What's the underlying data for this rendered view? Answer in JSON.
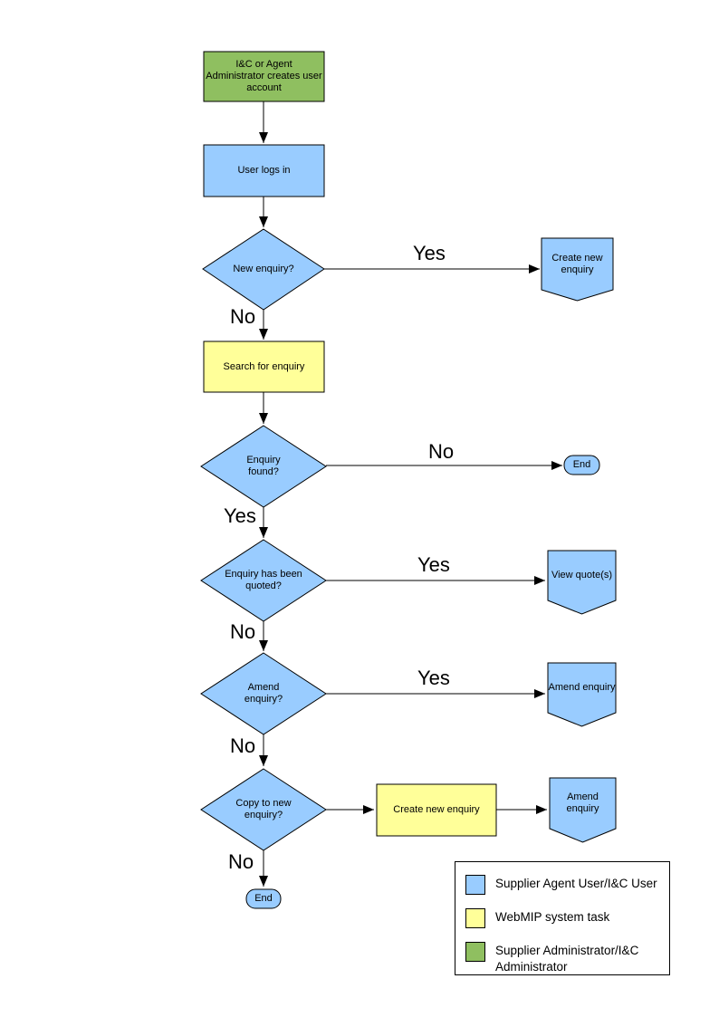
{
  "colors": {
    "blue": "#99CCFF",
    "yellow": "#FFFF99",
    "green": "#8FBF60",
    "outline": "#000000",
    "background": "#FFFFFF"
  },
  "nodes": {
    "admin_creates_account": "I&C or Agent Administrator creates user account",
    "user_logs_in": "User logs in",
    "new_enquiry_q": "New enquiry?",
    "create_new_enquiry_offpage": "Create new enquiry",
    "search_for_enquiry": "Search for enquiry",
    "enquiry_found_q": "Enquiry found?",
    "end_top": "End",
    "enquiry_quoted_q": "Enquiry has been quoted?",
    "view_quotes": "View quote(s)",
    "amend_enquiry_q": "Amend enquiry?",
    "amend_enquiry_offpage_1": "Amend enquiry",
    "copy_to_new_enquiry_q": "Copy to new enquiry?",
    "create_new_enquiry_task": "Create new enquiry",
    "amend_enquiry_offpage_2": "Amend enquiry",
    "end_bottom": "End"
  },
  "edge_labels": {
    "new_enquiry_yes": "Yes",
    "new_enquiry_no": "No",
    "enquiry_found_no": "No",
    "enquiry_found_yes": "Yes",
    "enquiry_quoted_yes": "Yes",
    "enquiry_quoted_no": "No",
    "amend_enquiry_yes": "Yes",
    "amend_enquiry_no": "No",
    "copy_to_new_no": "No"
  },
  "legend": {
    "items": [
      {
        "color": "#99CCFF",
        "label": "Supplier Agent User/I&C User"
      },
      {
        "color": "#FFFF99",
        "label": "WebMIP system task"
      },
      {
        "color": "#8FBF60",
        "label": "Supplier Administrator/I&C Administrator"
      }
    ]
  }
}
